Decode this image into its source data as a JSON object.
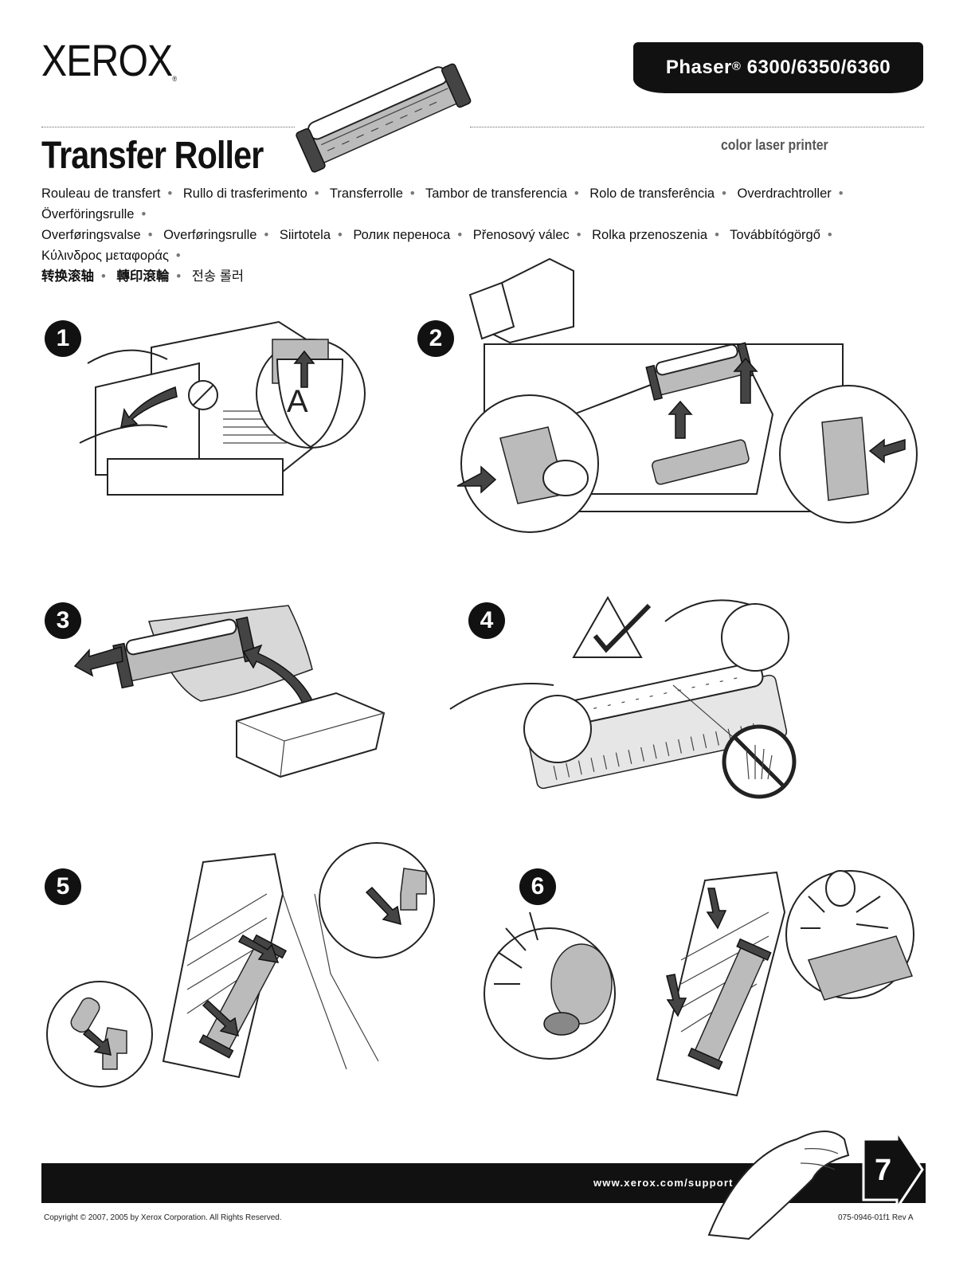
{
  "brand": {
    "logo_text": "XEROX",
    "logo_mark": "®"
  },
  "model": {
    "prefix": "Phaser",
    "reg": "®",
    "numbers": "6300/6350/6360"
  },
  "title": "Transfer Roller",
  "subtitle": "color laser printer",
  "translations": [
    "Rouleau de transfert",
    "Rullo di trasferimento",
    "Transferrolle",
    "Tambor de transferencia",
    "Rolo de transferência",
    "Overdrachtroller",
    "Överföringsrulle",
    "Overføringsvalse",
    "Overføringsrulle",
    "Siirtotela",
    "Ролик переноса",
    "Přenosový válec",
    "Rolka przenoszenia",
    "Továbbítógörgő",
    "Κύλινδρος μεταφοράς",
    "转换滚轴",
    "轉印滾輪",
    "전송 롤러"
  ],
  "steps": [
    {
      "number": "1"
    },
    {
      "number": "2"
    },
    {
      "number": "3"
    },
    {
      "number": "4"
    },
    {
      "number": "5"
    },
    {
      "number": "6"
    }
  ],
  "callouts": {
    "door_letter": "A"
  },
  "footer": {
    "url": "www.xerox.com/support",
    "page_number": "7",
    "copyright": "Copyright © 2007, 2005 by Xerox Corporation.  All Rights Reserved.",
    "doc_number": "075-0946-01f1 Rev A"
  }
}
